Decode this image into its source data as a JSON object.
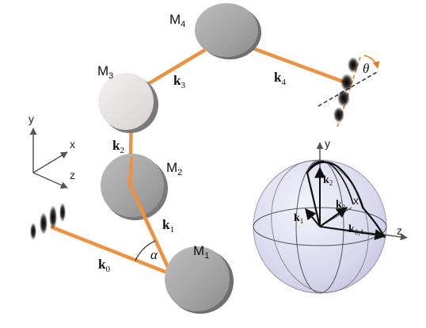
{
  "mirrors": {
    "m1": "M",
    "m1_sub": "1",
    "m2": "M",
    "m2_sub": "2",
    "m3": "M",
    "m3_sub": "3",
    "m4": "M",
    "m4_sub": "4"
  },
  "wavevectors": {
    "k0": "k",
    "k0_sub": "0",
    "k1": "k",
    "k1_sub": "1",
    "k2": "k",
    "k2_sub": "2",
    "k3": "k",
    "k3_sub": "3",
    "k4": "k",
    "k4_sub": "4"
  },
  "angles": {
    "alpha": "α",
    "theta": "θ"
  },
  "frame_axes": {
    "y": "y",
    "x": "x",
    "z": "z"
  },
  "sphere": {
    "y": "y",
    "x": "x",
    "z": "z",
    "k1": "k",
    "k1_sub": "1",
    "k2": "k",
    "k2_sub": "2",
    "k3": "k",
    "k3_sub": "3",
    "k04": "k",
    "k04_sub": "0,4"
  },
  "colors": {
    "beam": "#f0913f",
    "mirror_grey": "#a9a9a9",
    "mirror_light": "#e9e7e5",
    "sphere_fill": "#dcdcf0",
    "axis": "#555555",
    "theta_arrow": "#f07a1f"
  }
}
